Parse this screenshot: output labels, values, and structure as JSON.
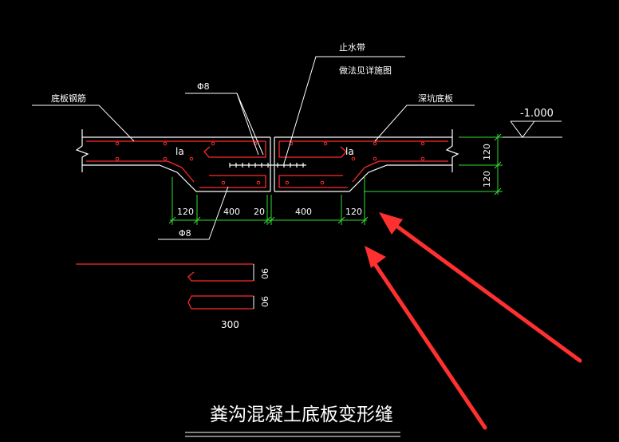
{
  "colors": {
    "background": "#000000",
    "outline": "#ffffff",
    "rebar": "#ff2a2a",
    "dimension": "#33dd33",
    "arrow": "#ff3030"
  },
  "labels": {
    "waterstop": "止水带",
    "waterstop_note": "做法见详施图",
    "slab_rebar": "底板钢筋",
    "pit_slab": "深坑底板",
    "phi8_top": "Φ8",
    "phi8_bottom": "Φ8",
    "la_left": "la",
    "la_right": "la",
    "elevation": "-1.000",
    "title": "粪沟混凝土底板变形缝"
  },
  "dimensions": {
    "horizontal": [
      "120",
      "400",
      "20",
      "400",
      "120"
    ],
    "vertical": [
      "120",
      "120"
    ],
    "detail_hook": "90",
    "detail_straight": "90",
    "detail_length": "300"
  }
}
